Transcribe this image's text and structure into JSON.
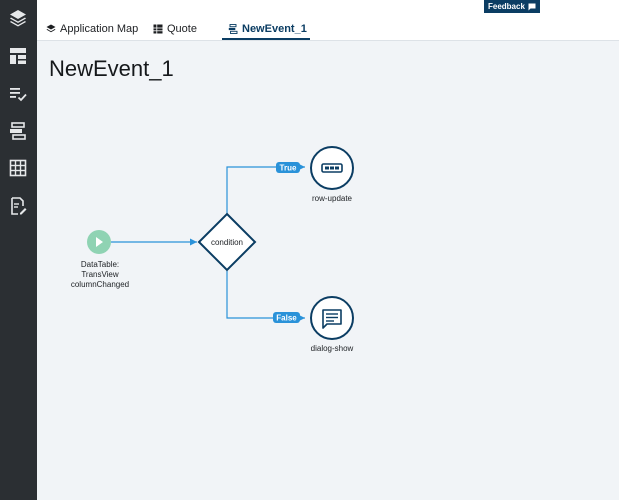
{
  "sidebar": {
    "items": [
      {
        "icon": "layers-icon"
      },
      {
        "icon": "dashboard-layout-icon"
      },
      {
        "icon": "checklist-icon"
      },
      {
        "icon": "workflow-icon"
      },
      {
        "icon": "table-icon"
      },
      {
        "icon": "edit-document-icon"
      }
    ]
  },
  "tabs": [
    {
      "label": "Application Map",
      "icon": "layers-icon"
    },
    {
      "label": "Quote",
      "icon": "table-icon"
    },
    {
      "label": "NewEvent_1",
      "icon": "workflow-icon",
      "active": true
    }
  ],
  "feedback": {
    "label": "Feedback",
    "icon": "chat-icon"
  },
  "page": {
    "title": "NewEvent_1"
  },
  "flow": {
    "start": {
      "label": "DataTable: TransView columnChanged"
    },
    "condition": {
      "label": "condition"
    },
    "true_branch": {
      "badge": "True",
      "node_label": "row-update"
    },
    "false_branch": {
      "badge": "False",
      "node_label": "dialog-show"
    }
  },
  "colors": {
    "sidebar": "#2b2f33",
    "accent": "#0b3d63",
    "line": "#2a92d9",
    "start": "#8fd3b3"
  }
}
